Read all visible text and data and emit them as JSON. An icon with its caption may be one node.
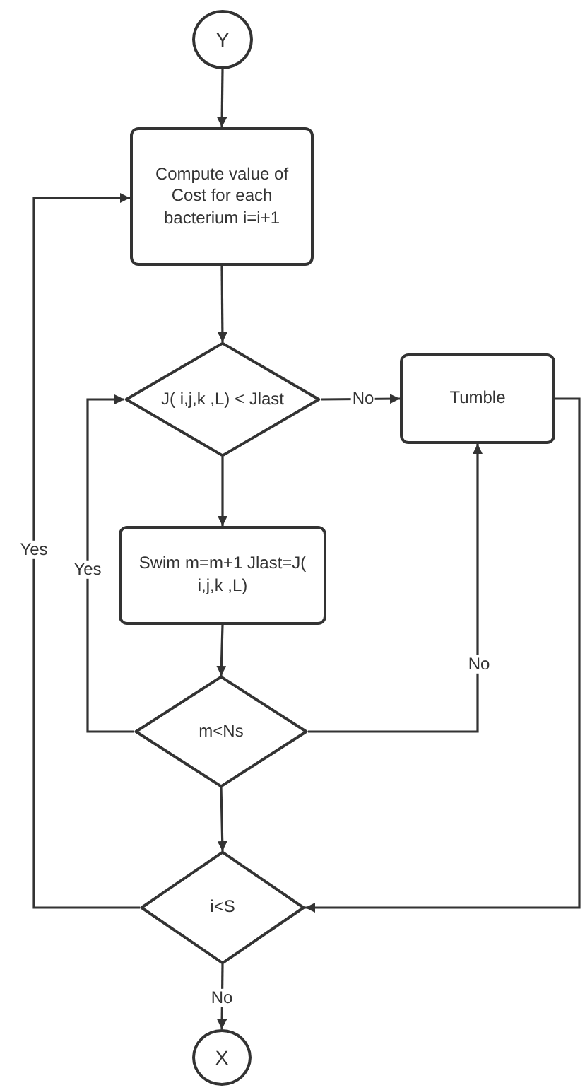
{
  "diagram": {
    "nodes": [
      {
        "text": [
          "Y"
        ]
      },
      {
        "text": [
          "Compute value of Cost for each bacterium i=i+1"
        ]
      },
      {
        "text": [
          "J( i,j,k ,L)  < Jlast"
        ]
      },
      {
        "text": [
          "Tumble"
        ]
      },
      {
        "text": [
          "Swim m=m+1 Jlast=J( i,j,k ,L)"
        ]
      },
      {
        "text": [
          "m<Ns"
        ]
      },
      {
        "text": [
          "i<S"
        ]
      },
      {
        "text": [
          "X"
        ]
      }
    ],
    "edges": [
      {
        "from": 0,
        "to": 1,
        "arrow": "to"
      },
      {
        "from": 1,
        "to": 2,
        "arrow": "to"
      },
      {
        "from": 2,
        "to": 3,
        "arrow": "to",
        "label": "No"
      },
      {
        "from": 2,
        "to": 4,
        "arrow": "to"
      },
      {
        "from": 4,
        "to": 5,
        "arrow": "to"
      },
      {
        "from": 5,
        "to": 2,
        "arrow": "to",
        "label": "Yes"
      },
      {
        "from": 5,
        "to": 3,
        "arrow": "to",
        "label": "No"
      },
      {
        "from": 5,
        "to": 6,
        "arrow": "to"
      },
      {
        "from": 3,
        "to": 6,
        "arrow": "to"
      },
      {
        "from": 6,
        "to": 1,
        "arrow": "to",
        "label": "Yes"
      },
      {
        "from": 6,
        "to": 7,
        "arrow": "to",
        "label": "No"
      }
    ]
  }
}
